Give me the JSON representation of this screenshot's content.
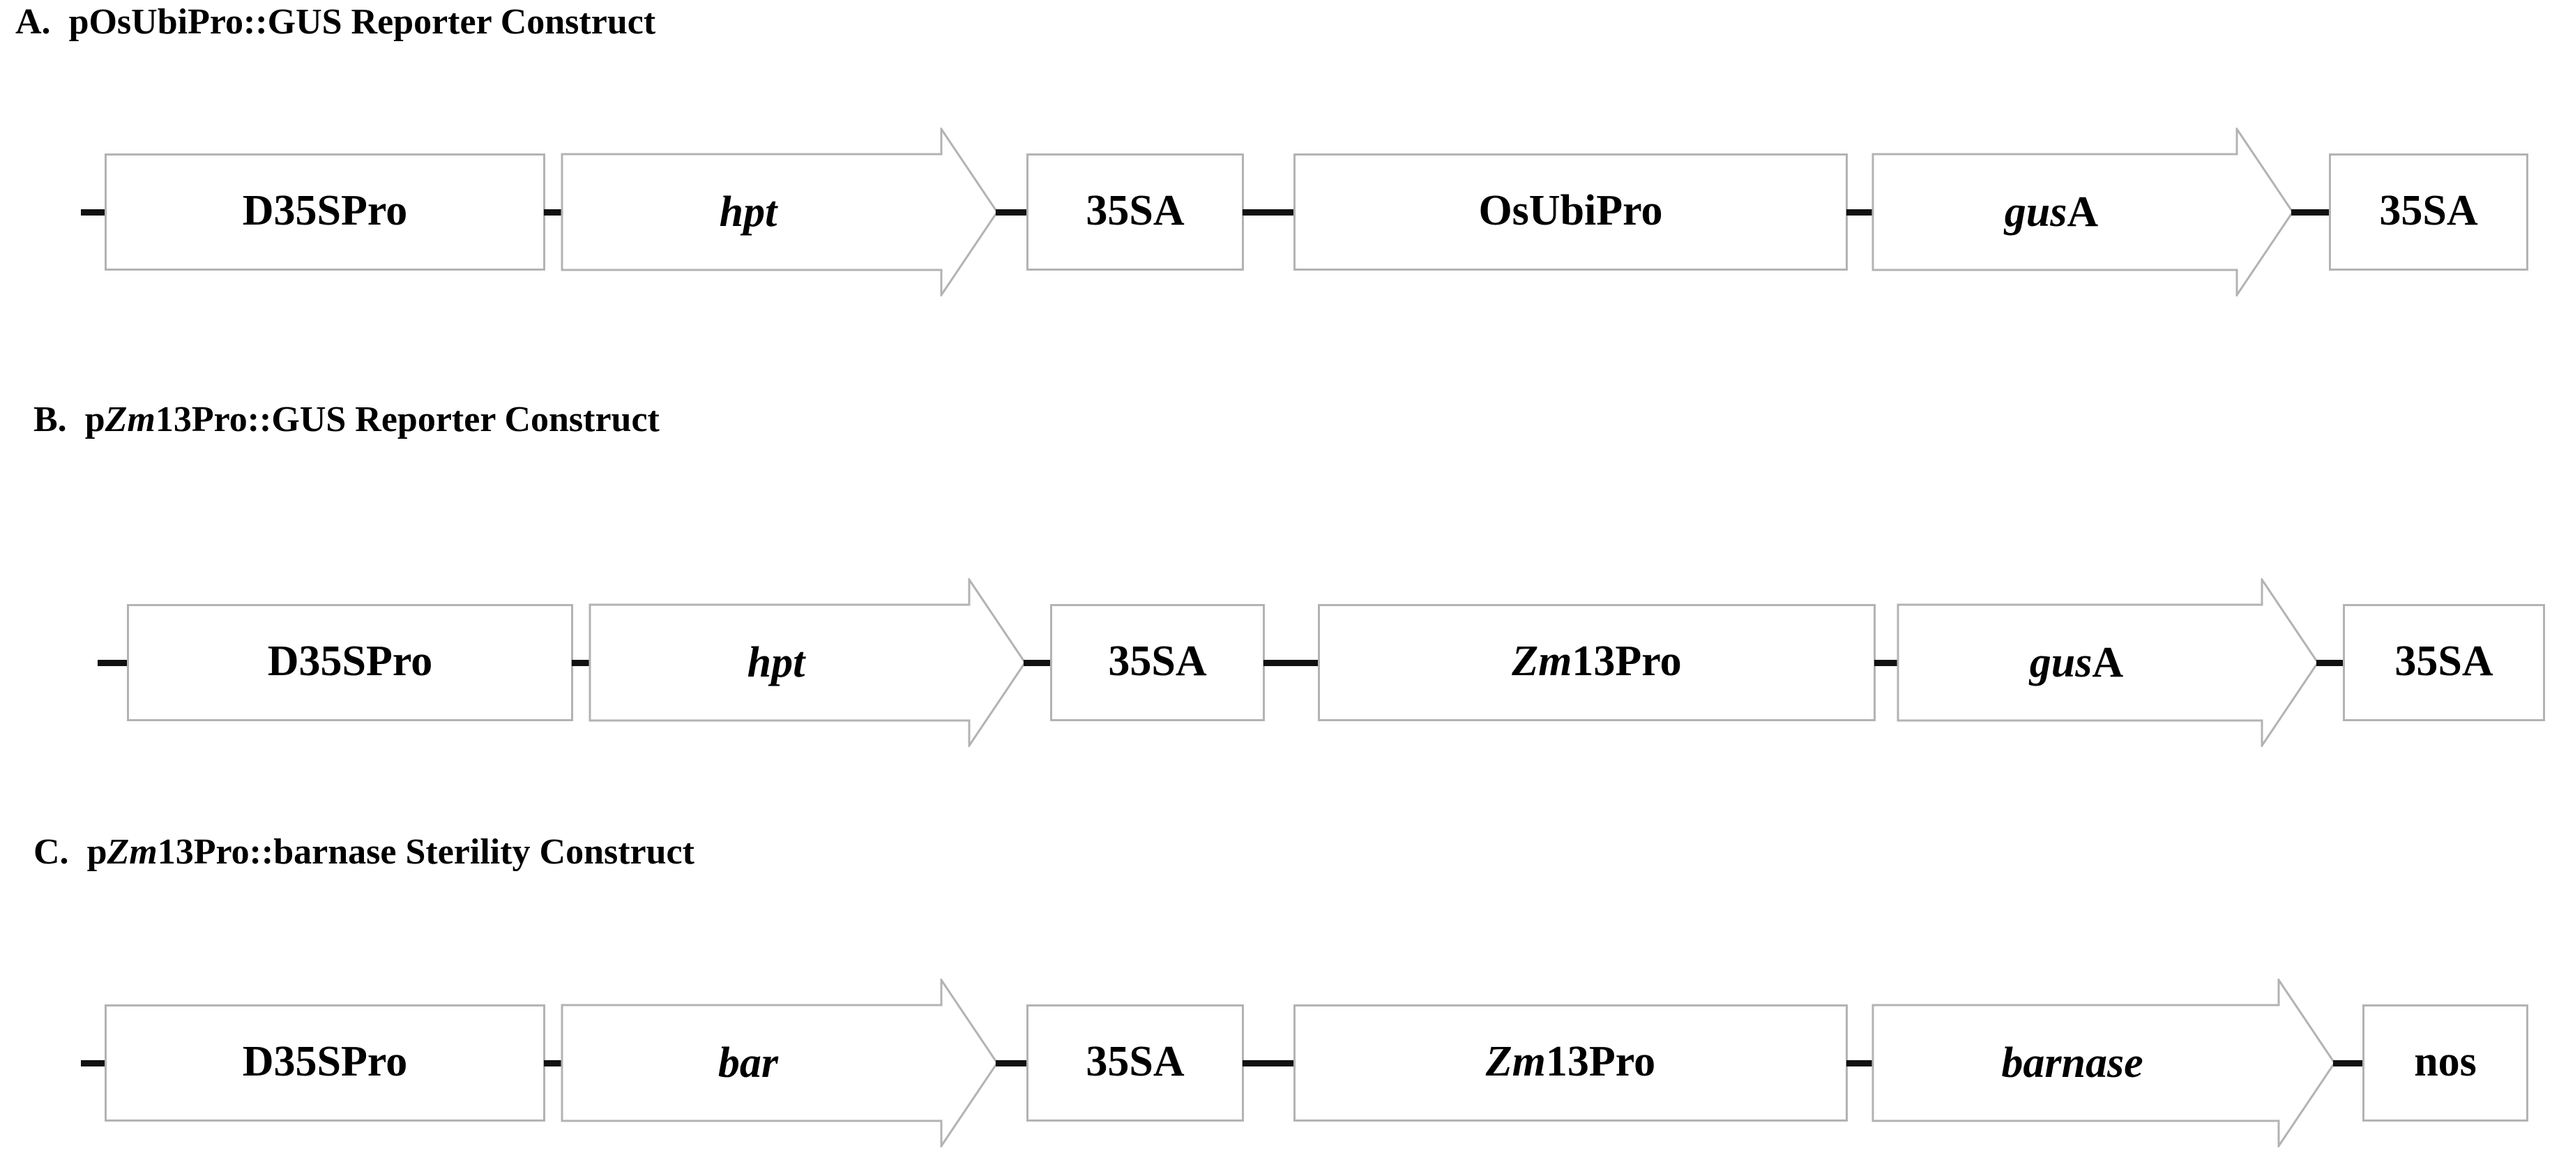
{
  "figure": {
    "type": "gene-construct-map",
    "background": "#ffffff",
    "box_border_color": "#b3b3b3",
    "connector_color": "#111111",
    "text_color": "#000000"
  },
  "panels": [
    {
      "letter": "A.",
      "title_parts": [
        {
          "text": "pOsUbiPro::GUS Reporter Construct",
          "style": "upright"
        }
      ],
      "title_plain": "A.  pOsUbiPro::GUS Reporter Construct",
      "elements": [
        {
          "kind": "box",
          "name": "d35spro",
          "label": "D35SPro",
          "label_style": "upright"
        },
        {
          "kind": "arrow",
          "name": "hpt",
          "label": "hpt",
          "label_style": "italic"
        },
        {
          "kind": "box",
          "name": "35sa-1",
          "label": "35SA",
          "label_style": "upright"
        },
        {
          "kind": "box",
          "name": "osubipro",
          "label": "OsUbiPro",
          "label_style": "upright"
        },
        {
          "kind": "arrow",
          "name": "gusa",
          "label_italic": "gus",
          "label_upright": "A",
          "label_style": "mixed"
        },
        {
          "kind": "box",
          "name": "35sa-2",
          "label": "35SA",
          "label_style": "upright"
        }
      ]
    },
    {
      "letter": "B.",
      "title_parts": [
        {
          "text": "p",
          "style": "upright"
        },
        {
          "text": "Zm",
          "style": "italic"
        },
        {
          "text": "13Pro::GUS Reporter Construct",
          "style": "upright"
        }
      ],
      "title_plain": "B.  pZm13Pro::GUS Reporter Construct",
      "elements": [
        {
          "kind": "box",
          "name": "d35spro",
          "label": "D35SPro",
          "label_style": "upright"
        },
        {
          "kind": "arrow",
          "name": "hpt",
          "label": "hpt",
          "label_style": "italic"
        },
        {
          "kind": "box",
          "name": "35sa-1",
          "label": "35SA",
          "label_style": "upright"
        },
        {
          "kind": "box",
          "name": "zm13pro",
          "label_italic": "Zm",
          "label_upright": "13Pro",
          "label_style": "mixed"
        },
        {
          "kind": "arrow",
          "name": "gusa",
          "label_italic": "gus",
          "label_upright": "A",
          "label_style": "mixed"
        },
        {
          "kind": "box",
          "name": "35sa-2",
          "label": "35SA",
          "label_style": "upright"
        }
      ]
    },
    {
      "letter": "C.",
      "title_parts": [
        {
          "text": "p",
          "style": "upright"
        },
        {
          "text": "Zm",
          "style": "italic"
        },
        {
          "text": "13Pro::barnase Sterility Construct",
          "style": "upright"
        }
      ],
      "title_plain": "C.  pZm13Pro::barnase Sterility Construct",
      "elements": [
        {
          "kind": "box",
          "name": "d35spro",
          "label": "D35SPro",
          "label_style": "upright"
        },
        {
          "kind": "arrow",
          "name": "bar",
          "label": "bar",
          "label_style": "italic"
        },
        {
          "kind": "box",
          "name": "35sa-1",
          "label": "35SA",
          "label_style": "upright"
        },
        {
          "kind": "box",
          "name": "zm13pro",
          "label_italic": "Zm",
          "label_upright": "13Pro",
          "label_style": "mixed"
        },
        {
          "kind": "arrow",
          "name": "barnase",
          "label": "barnase",
          "label_style": "italic"
        },
        {
          "kind": "box",
          "name": "nos",
          "label": "nos",
          "label_style": "upright"
        }
      ]
    }
  ]
}
